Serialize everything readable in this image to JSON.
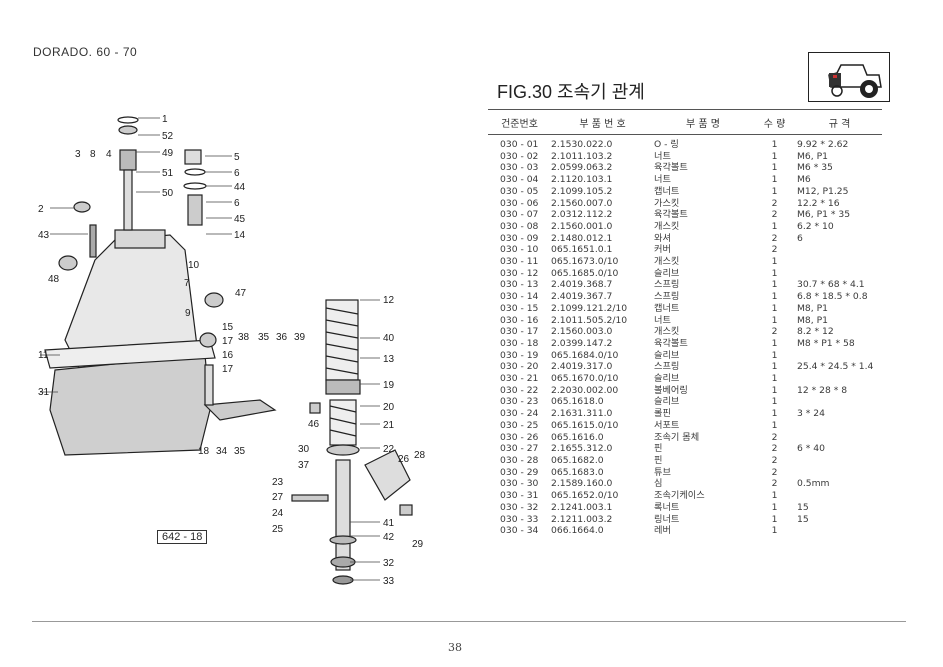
{
  "header": {
    "model": "DORADO. 60 - 70"
  },
  "figure": {
    "title": "FIG.30 조속기 관계",
    "label": "642 - 18"
  },
  "table": {
    "columns": [
      "건준번호",
      "부 품 번 호",
      "부 품 명",
      "수 량",
      "규 격"
    ],
    "rows": [
      [
        "030 - 01",
        "2.1530.022.0",
        "O - 링",
        "1",
        "9.92 * 2.62"
      ],
      [
        "030 - 02",
        "2.1011.103.2",
        "너트",
        "1",
        "M6, P1"
      ],
      [
        "030 - 03",
        "2.0599.063.2",
        "육각볼트",
        "1",
        "M6 * 35"
      ],
      [
        "030 - 04",
        "2.1120.103.1",
        "너트",
        "1",
        "M6"
      ],
      [
        "030 - 05",
        "2.1099.105.2",
        "캡너트",
        "1",
        "M12, P1.25"
      ],
      [
        "030 - 06",
        "2.1560.007.0",
        "가스킷",
        "2",
        "12.2 * 16"
      ],
      [
        "030 - 07",
        "2.0312.112.2",
        "육각볼트",
        "2",
        "M6, P1 * 35"
      ],
      [
        "030 - 08",
        "2.1560.001.0",
        "개스킷",
        "1",
        "6.2 * 10"
      ],
      [
        "030 - 09",
        "2.1480.012.1",
        "와셔",
        "2",
        "6"
      ],
      [
        "030 - 10",
        "065.1651.0.1",
        "커버",
        "2",
        ""
      ],
      [
        "030 - 11",
        "065.1673.0/10",
        "개스킷",
        "1",
        ""
      ],
      [
        "030 - 12",
        "065.1685.0/10",
        "슬리브",
        "1",
        ""
      ],
      [
        "030 - 13",
        "2.4019.368.7",
        "스프링",
        "1",
        "30.7 * 68 * 4.1"
      ],
      [
        "030 - 14",
        "2.4019.367.7",
        "스프링",
        "1",
        "6.8 * 18.5 * 0.8"
      ],
      [
        "030 - 15",
        "2.1099.121.2/10",
        "캡너트",
        "1",
        "M8, P1"
      ],
      [
        "030 - 16",
        "2.1011.505.2/10",
        "너트",
        "1",
        "M8, P1"
      ],
      [
        "030 - 17",
        "2.1560.003.0",
        "개스킷",
        "2",
        "8.2 * 12"
      ],
      [
        "030 - 18",
        "2.0399.147.2",
        "육각볼트",
        "1",
        "M8 * P1 * 58"
      ],
      [
        "030 - 19",
        "065.1684.0/10",
        "슬리브",
        "1",
        ""
      ],
      [
        "030 - 20",
        "2.4019.317.0",
        "스프링",
        "1",
        "25.4 * 24.5 * 1.4"
      ],
      [
        "030 - 21",
        "065.1670.0/10",
        "슬리브",
        "1",
        ""
      ],
      [
        "030 - 22",
        "2.2030.002.00",
        "볼베어링",
        "1",
        "12 * 28 * 8"
      ],
      [
        "030 - 23",
        "065.1618.0",
        "슬리브",
        "1",
        ""
      ],
      [
        "030 - 24",
        "2.1631.311.0",
        "롤핀",
        "1",
        "3 * 24"
      ],
      [
        "030 - 25",
        "065.1615.0/10",
        "서포트",
        "1",
        ""
      ],
      [
        "030 - 26",
        "065.1616.0",
        "조속기 몸체",
        "2",
        ""
      ],
      [
        "030 - 27",
        "2.1655.312.0",
        "핀",
        "2",
        "6 * 40"
      ],
      [
        "030 - 28",
        "065.1682.0",
        "핀",
        "2",
        ""
      ],
      [
        "030 - 29",
        "065.1683.0",
        "튜브",
        "2",
        ""
      ],
      [
        "030 - 30",
        "2.1589.160.0",
        "심",
        "2",
        "0.5mm"
      ],
      [
        "030 - 31",
        "065.1652.0/10",
        "조속기케이스",
        "1",
        ""
      ],
      [
        "030 - 32",
        "2.1241.003.1",
        "록너트",
        "1",
        "15"
      ],
      [
        "030 - 33",
        "2.1211.003.2",
        "링너트",
        "1",
        "15"
      ],
      [
        "030 - 34",
        "066.1664.0",
        "레버",
        "1",
        ""
      ]
    ]
  },
  "callouts": [
    "1",
    "52",
    "49",
    "51",
    "50",
    "5",
    "6",
    "44",
    "6",
    "45",
    "14",
    "3",
    "8",
    "4",
    "2",
    "43",
    "10",
    "48",
    "7",
    "47",
    "9",
    "11",
    "31",
    "15",
    "17",
    "16",
    "17",
    "38",
    "35",
    "36",
    "39",
    "12",
    "40",
    "13",
    "19",
    "46",
    "20",
    "21",
    "22",
    "18",
    "34",
    "35",
    "30",
    "37",
    "23",
    "27",
    "24",
    "25",
    "26",
    "28",
    "41",
    "42",
    "29",
    "32",
    "33"
  ],
  "footer": {
    "page": "38"
  }
}
